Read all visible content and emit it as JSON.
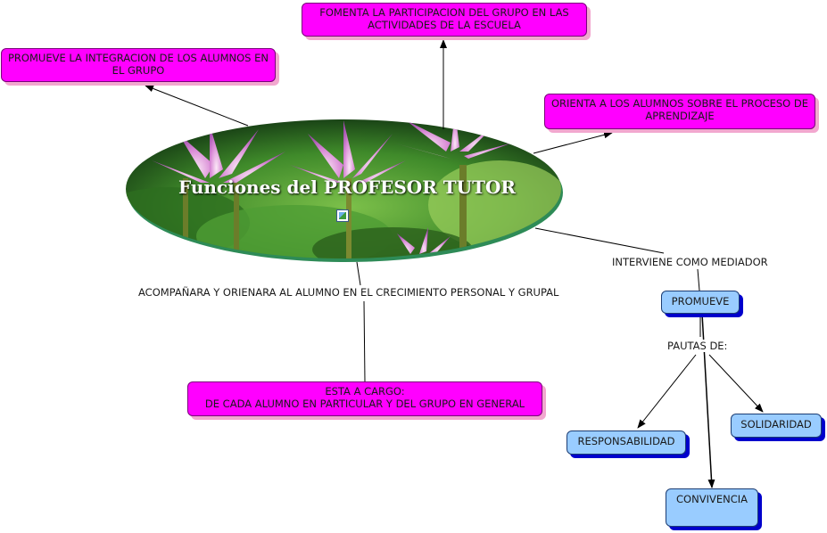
{
  "center": {
    "title": "Funciones del PROFESOR TUTOR",
    "image": "water-lily-photo"
  },
  "nodes": {
    "fomenta": "FOMENTA LA PARTICIPACION DEL GRUPO EN LAS ACTIVIDADES DE LA ESCUELA",
    "promueve_integracion": "PROMUEVE LA INTEGRACION DE LOS ALUMNOS EN EL GRUPO",
    "orienta": "ORIENTA A LOS ALUMNOS SOBRE EL PROCESO DE APRENDIZAJE",
    "esta_a_cargo_line1": "ESTA A CARGO:",
    "esta_a_cargo_line2": "DE CADA ALUMNO EN PARTICULAR Y DEL GRUPO EN GENERAL",
    "promueve": "PROMUEVE",
    "responsabilidad": "RESPONSABILIDAD",
    "solidaridad": "SOLIDARIDAD",
    "convivencia": "CONVIVENCIA"
  },
  "links": {
    "acompanara": "ACOMPAÑARA Y ORIENARA AL ALUMNO EN EL CRECIMIENTO PERSONAL Y GRUPAL",
    "interviene": "INTERVIENE COMO MEDIADOR",
    "pautas": "PAUTAS DE:"
  },
  "colors": {
    "concept_magenta": "#ff00ff",
    "concept_blue": "#99ccff",
    "connector": "#000000",
    "ellipse_rim": "#2e8b57"
  }
}
